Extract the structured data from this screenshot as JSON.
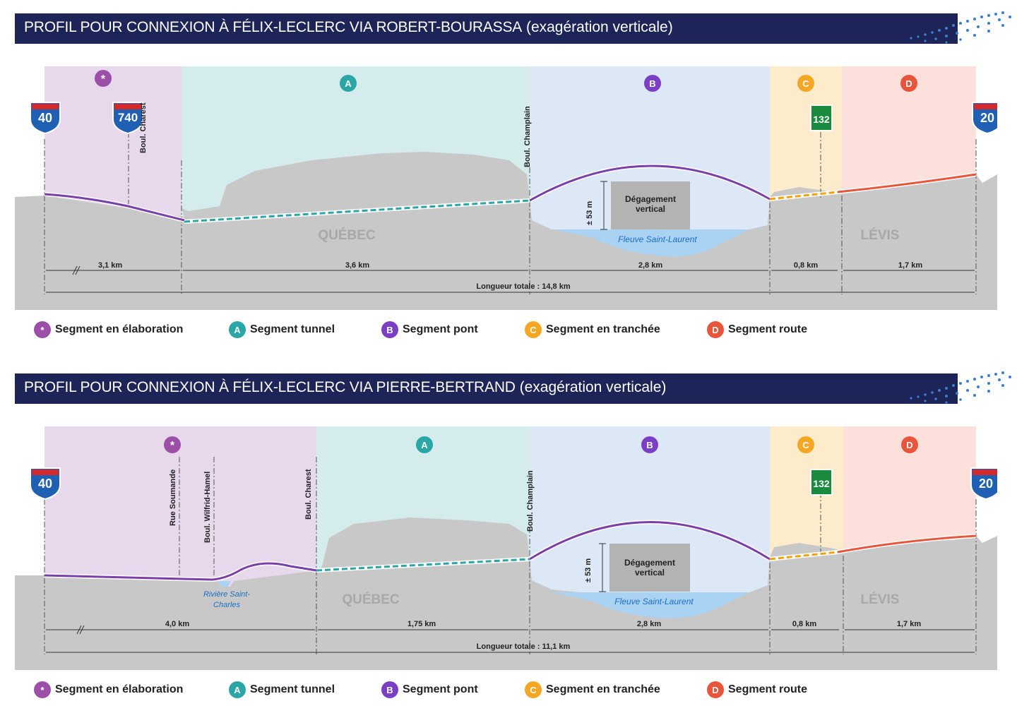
{
  "colors": {
    "banner": "#1c2458",
    "elaboration": "#e7d8ec",
    "tunnel": "#d4ecec",
    "pont": "#dde8f6",
    "tranchee": "#fdeccb",
    "route": "#fbe0dc",
    "purple_line": "#7a3fa8",
    "teal_line": "#2aa6a6",
    "orange_line": "#f2a20a",
    "red_line": "#e8553b",
    "ground": "#c8c8c8"
  },
  "segments": {
    "elaboration": {
      "letter": "*",
      "label": "Segment en élaboration",
      "color": "#9b4fa7"
    },
    "tunnel": {
      "letter": "A",
      "label": "Segment tunnel",
      "color": "#2aa6a6"
    },
    "pont": {
      "letter": "B",
      "label": "Segment pont",
      "color": "#7a3fc4"
    },
    "tranchee": {
      "letter": "C",
      "label": "Segment en tranchée",
      "color": "#f5a623"
    },
    "route": {
      "letter": "D",
      "label": "Segment route",
      "color": "#e8553b"
    }
  },
  "profile1": {
    "title_bold": "PROFIL POUR CONNEXION À FÉLIX-LECLERC VIA ROBERT-BOURASSA",
    "title_rest": "(exagération verticale)",
    "shields": {
      "a40": "40",
      "a740": "740",
      "r132": "132",
      "a20": "20"
    },
    "streets": {
      "charest": "Boul. Charest",
      "champlain": "Boul. Champlain"
    },
    "clearance_label": "Dégagement vertical",
    "clearance_height": "± 53 m",
    "river": "Fleuve Saint-Laurent",
    "city_left": "QUÉBEC",
    "city_right": "LÉVIS",
    "distances": {
      "d1": "3,1 km",
      "d2": "3,6 km",
      "d3": "2,8 km",
      "d4": "0,8 km",
      "d5": "1,7 km"
    },
    "total": "Longueur totale : 14,8 km"
  },
  "profile2": {
    "title_bold": "PROFIL POUR CONNEXION À FÉLIX-LECLERC VIA PIERRE-BERTRAND",
    "title_rest": "(exagération verticale)",
    "shields": {
      "a40": "40",
      "r132": "132",
      "a20": "20"
    },
    "streets": {
      "soumande": "Rue Soumande",
      "wilfrid": "Boul. Wilfrid-Hamel",
      "charest": "Boul. Charest",
      "champlain": "Boul. Champlain"
    },
    "small_river": "Rivière Saint-Charles",
    "clearance_label": "Dégagement vertical",
    "clearance_height": "± 53 m",
    "river": "Fleuve Saint-Laurent",
    "city_left": "QUÉBEC",
    "city_right": "LÉVIS",
    "distances": {
      "d1": "4,0 km",
      "d2": "1,75 km",
      "d3": "2,8 km",
      "d4": "0,8 km",
      "d5": "1,7 km"
    },
    "total": "Longueur totale : 11,1 km"
  }
}
